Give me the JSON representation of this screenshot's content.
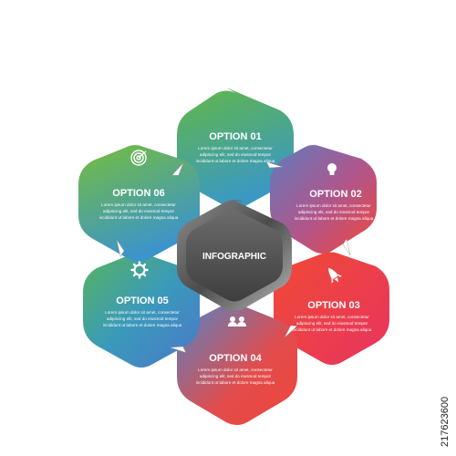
{
  "center": {
    "label": "INFOGRAPHIC"
  },
  "options": [
    {
      "title": "OPTION 01",
      "icon": "none",
      "lines": [
        "Lorem ipsum dolor sit amet, consectetur",
        "adipiscing elit, sed do eiusmod tempor",
        "incididunt ut labore et dolore magna aliqua"
      ]
    },
    {
      "title": "OPTION 02",
      "icon": "lightbulb-icon",
      "lines": [
        "Lorem ipsum dolor sit amet, consectetur",
        "adipiscing elit, sed do eiusmod tempor",
        "incididunt ut labore et dolore magna aliqua"
      ]
    },
    {
      "title": "OPTION 03",
      "icon": "rocket-icon",
      "lines": [
        "Lorem ipsum dolor sit amet, consectetur",
        "adipiscing elit, sed do eiusmod tempor",
        "incididunt ut labore et dolore magna aliqua"
      ]
    },
    {
      "title": "OPTION 04",
      "icon": "people-icon",
      "lines": [
        "Lorem ipsum dolor sit amet, consectetur",
        "adipiscing elit, sed do eiusmod tempor",
        "incididunt ut labore et dolore magna aliqua"
      ]
    },
    {
      "title": "OPTION 05",
      "icon": "gear-icon",
      "lines": [
        "Lorem ipsum dolor sit amet, consectetur",
        "adipiscing elit, sed do eiusmod tempor",
        "incididunt ut labore et dolore magna aliqua"
      ]
    },
    {
      "title": "OPTION 06",
      "icon": "target-icon",
      "lines": [
        "Lorem ipsum dolor sit amet, consectetur",
        "adipiscing elit, sed do eiusmod tempor",
        "incididunt ut labore et dolore magna aliqua"
      ]
    }
  ],
  "connector_icon": "paper-plane-icon",
  "stock_id": "217623600",
  "colors": {
    "green": "#5cb848",
    "teal": "#3aa0b4",
    "blue": "#3d8fd6",
    "purple": "#8a6ba8",
    "red": "#f0453a",
    "pink": "#e8355a",
    "center_dark": "#4a4a4a",
    "center_light": "#9a9a9a"
  }
}
